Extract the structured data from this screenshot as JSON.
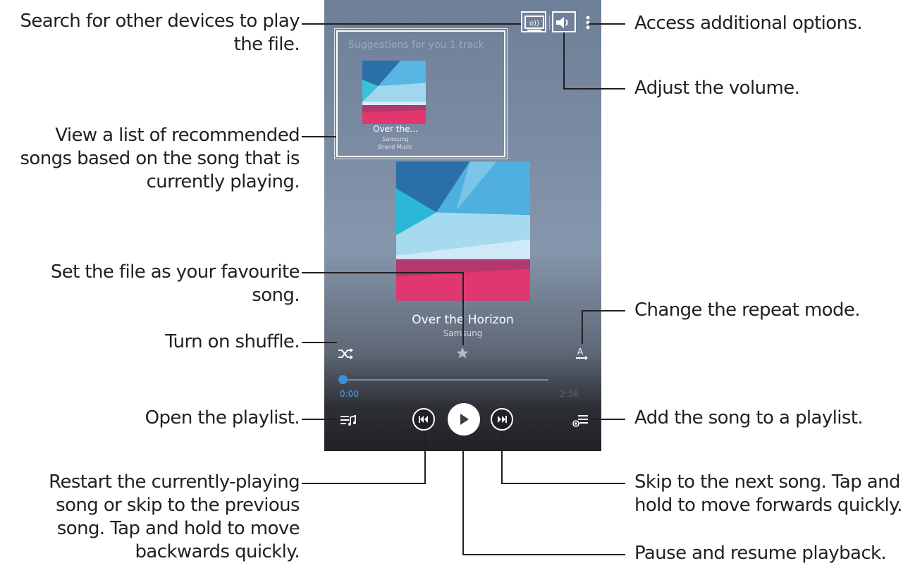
{
  "callouts": {
    "search_devices": [
      "Search for other devices to play",
      "the file."
    ],
    "recommended": [
      "View a list of recommended",
      "songs based on the song that is",
      "currently playing."
    ],
    "favourite": [
      "Set the file as your favourite",
      "song."
    ],
    "shuffle": [
      "Turn on shuffle."
    ],
    "playlist": [
      "Open the playlist."
    ],
    "previous": [
      "Restart the currently-playing",
      "song or skip to the previous",
      "song. Tap and hold to move",
      "backwards quickly."
    ],
    "options": [
      "Access additional options."
    ],
    "volume": [
      "Adjust the volume."
    ],
    "repeat": [
      "Change the repeat mode."
    ],
    "add_playlist": [
      "Add the song to a playlist."
    ],
    "next": [
      "Skip to the next song. Tap and",
      "hold to move forwards quickly."
    ],
    "pause": [
      "Pause and resume playback."
    ]
  },
  "player": {
    "suggestions_title": "Suggestions for you 1 track",
    "suggestion": {
      "title": "Over the...",
      "artist": "Samsung",
      "label": "Brand Music"
    },
    "song_title": "Over the Horizon",
    "song_artist": "Samsung",
    "progress": 0.0,
    "time_current": "0:00",
    "time_total": "2:56"
  },
  "icons": {
    "screen_mirroring": "cast-icon",
    "volume": "speaker-icon",
    "more": "more-vertical-icon",
    "shuffle": "shuffle-icon",
    "favourite": "star-icon",
    "repeat": "repeat-a-icon",
    "playlist": "playlist-icon",
    "previous": "skip-previous-icon",
    "play": "play-icon",
    "next": "skip-next-icon",
    "add_to_playlist": "playlist-add-icon"
  },
  "colors": {
    "progress": "#3a8fd6",
    "art_pink": "#e03770",
    "art_blue": "#2f8fcd"
  }
}
